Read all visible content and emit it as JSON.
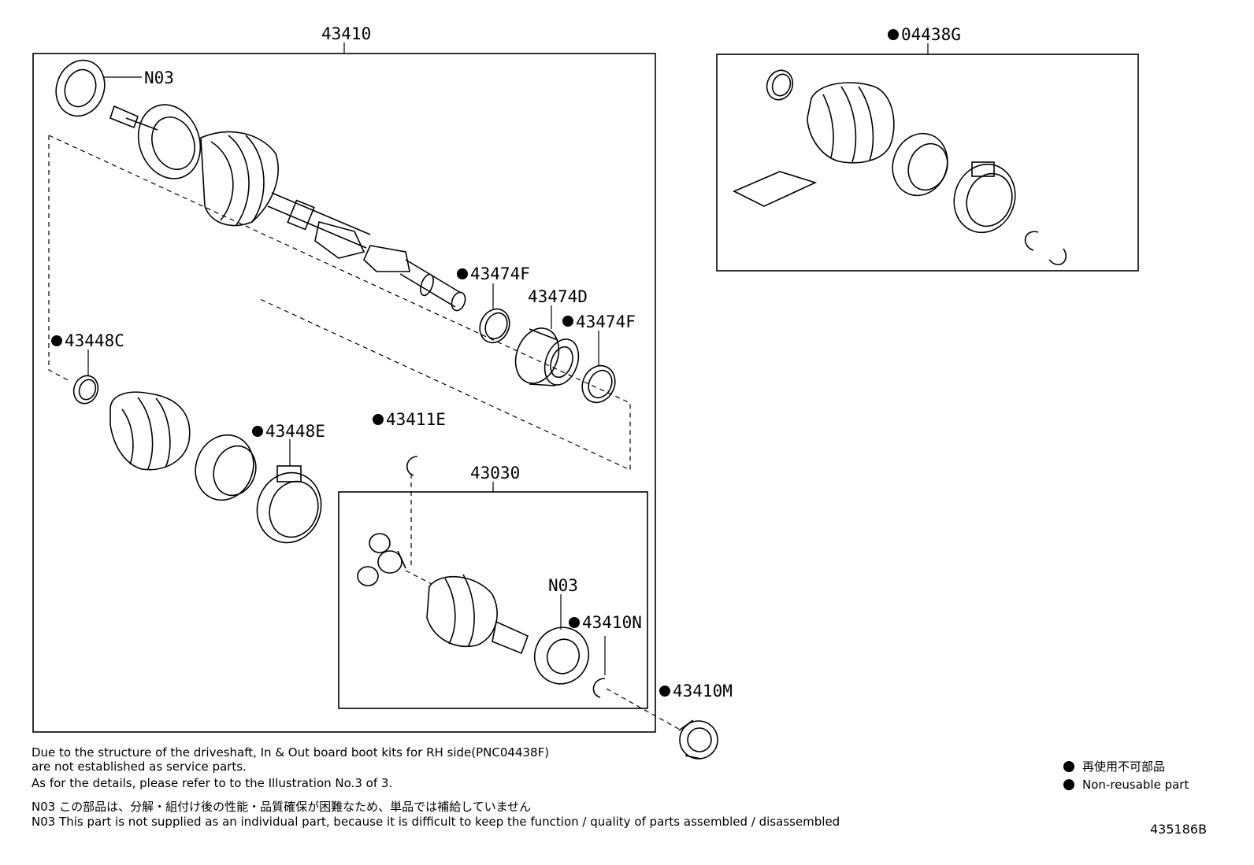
{
  "groups": {
    "main_assembly": "43410",
    "boot_kit": "04438G",
    "inboard_joint": "43030"
  },
  "callouts": {
    "n03_top": "N03",
    "c43474f_a": "43474F",
    "c43474d": "43474D",
    "c43474f_b": "43474F",
    "c43448c": "43448C",
    "c43448e": "43448E",
    "c43411e": "43411E",
    "n03_bottom": "N03",
    "c43410n": "43410N",
    "c43410m": "43410M"
  },
  "notes": {
    "line1": "Due to the structure of the driveshaft, In & Out board  boot kits for RH side(PNC04438F)",
    "line2": "are not established as service parts.",
    "line3": "As for the details, please refer to to the Illustration No.3 of 3.",
    "line4": "N03 この部品は、分解・組付け後の性能・品質確保が困難なため、単品では補給していません",
    "line5": "N03 This part is not supplied as an individual part, because it is difficult to keep the function / quality of parts assembled / disassembled"
  },
  "legend": {
    "jp": "再使用不可部品",
    "en": "Non-reusable part"
  },
  "illustration_id": "435186B",
  "icons": [
    "non-reusable-dot-icon"
  ]
}
